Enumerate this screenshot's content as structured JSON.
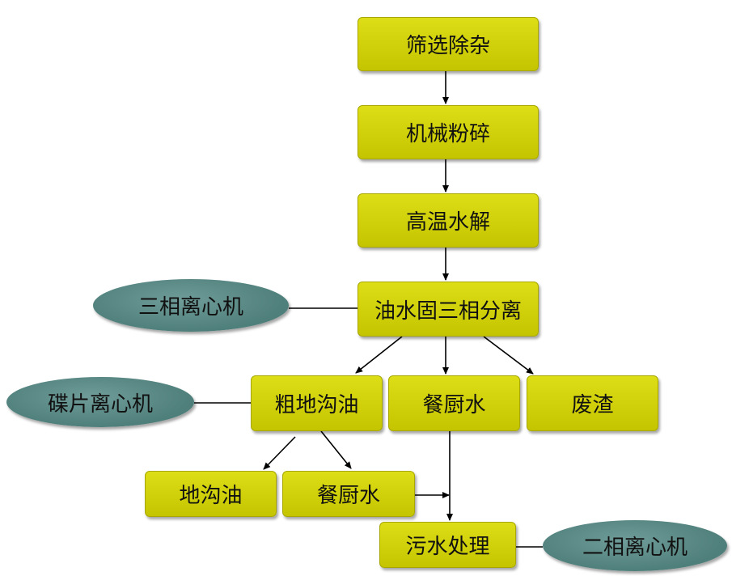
{
  "flow": {
    "screening": "筛选除杂",
    "crushing": "机械粉碎",
    "hydrolysis": "高温水解",
    "three_phase_sep": "油水固三相分离",
    "crude_oil": "粗地沟油",
    "kitchen_water": "餐厨水",
    "waste_residue": "废渣",
    "gutter_oil": "地沟油",
    "kitchen_water_2": "餐厨水",
    "sewage_treatment": "污水处理"
  },
  "equipment": {
    "three_phase_centrifuge": "三相离心机",
    "disc_centrifuge": "碟片离心机",
    "two_phase_centrifuge": "二相离心机"
  },
  "colors": {
    "box_fill": "#d2d20a",
    "ellipse_fill": "#5e8d89",
    "line": "#000000"
  }
}
